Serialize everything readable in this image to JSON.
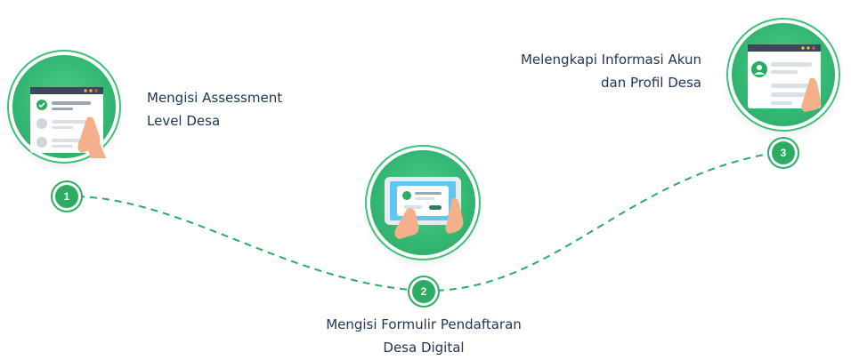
{
  "steps": [
    {
      "number": "1",
      "line1": "Mengisi Assessment",
      "line2": "Level Desa"
    },
    {
      "number": "2",
      "line1": "Mengisi Formulir Pendaftaran",
      "line2": "Desa Digital"
    },
    {
      "number": "3",
      "line1": "Melengkapi Informasi Akun",
      "line2": "dan Profil Desa"
    }
  ],
  "colors": {
    "accent": "#2cac62",
    "text": "#1f3554"
  },
  "icons": [
    "checklist-browser-icon",
    "tablet-form-icon",
    "profile-browser-icon"
  ]
}
